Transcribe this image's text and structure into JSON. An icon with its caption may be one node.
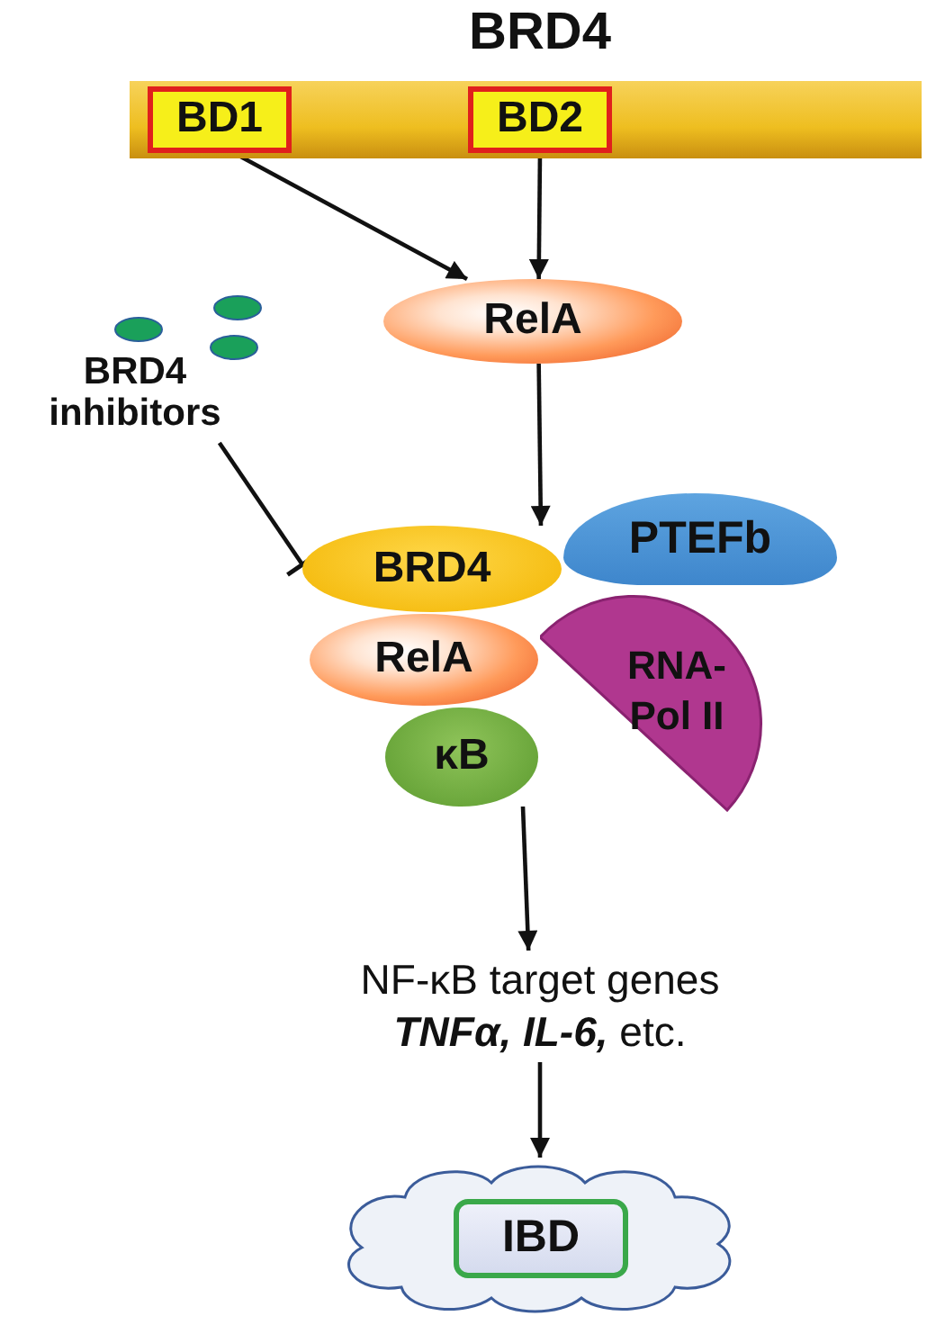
{
  "diagram": {
    "nodes": [
      {
        "text": [
          "BRD4"
        ]
      },
      {
        "text": [
          "BD1"
        ],
        "in": 0
      },
      {
        "text": [
          "BD2"
        ],
        "in": 0
      },
      {
        "text": [
          "RelA"
        ]
      },
      {
        "text": [
          "BRD4 inhibitors"
        ]
      },
      {
        "text": [
          "BRD4"
        ]
      },
      {
        "text": [
          "PTEFb"
        ]
      },
      {
        "text": [
          "RelA"
        ]
      },
      {
        "text": [
          "RNA- Pol II"
        ]
      },
      {
        "text": [
          "κB"
        ]
      },
      {
        "text": [
          "NF-κB target genes",
          "**TNFα, IL-6,** etc."
        ]
      },
      {
        "text": [],
        "shape": "cloud"
      },
      {
        "text": [
          "IBD"
        ],
        "in": 11
      }
    ],
    "edges": [
      {
        "from": 1,
        "to": 3,
        "arrow": "to"
      },
      {
        "from": 2,
        "to": 3,
        "arrow": "to"
      },
      {
        "from": 3,
        "to": 5,
        "arrow": "to"
      },
      {
        "from": 4,
        "to": 5,
        "arrow": "other"
      },
      {
        "from": 9,
        "to": 10,
        "arrow": "to"
      },
      {
        "from": 10,
        "to": 11,
        "arrow": "to"
      }
    ]
  }
}
